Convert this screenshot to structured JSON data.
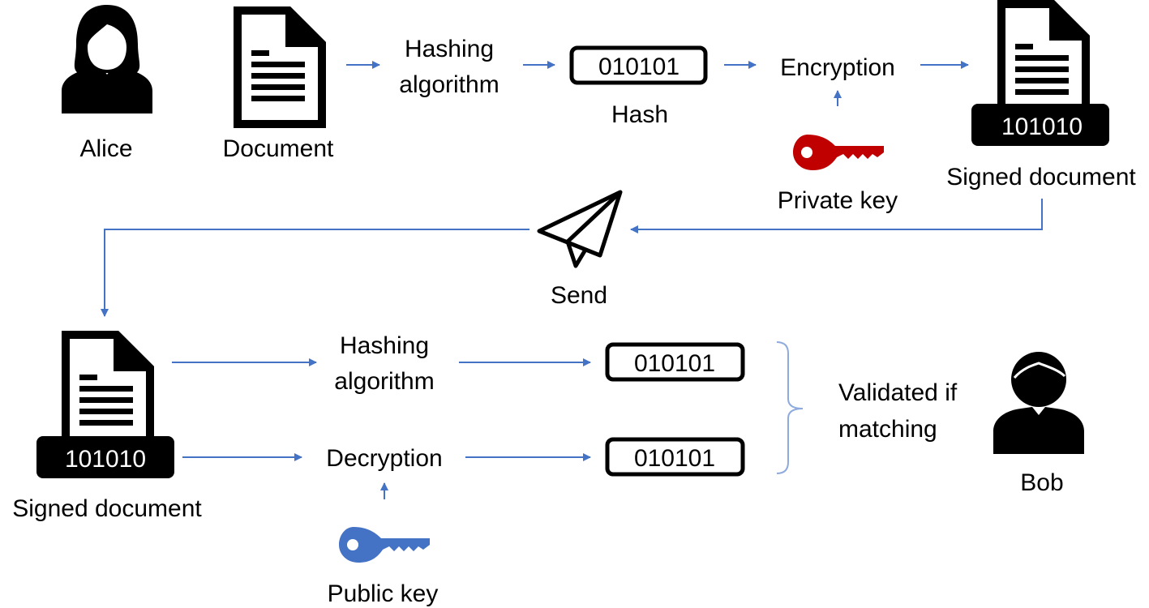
{
  "labels": {
    "alice": "Alice",
    "document": "Document",
    "hashing_algorithm_line1": "Hashing",
    "hashing_algorithm_line2": "algorithm",
    "hash": "Hash",
    "encryption": "Encryption",
    "private_key": "Private key",
    "signed_document": "Signed document",
    "send": "Send",
    "decryption": "Decryption",
    "public_key": "Public key",
    "validated_line1": "Validated if",
    "validated_line2": "matching",
    "bob": "Bob"
  },
  "values": {
    "hash_value": "010101",
    "signature_value": "101010"
  },
  "icons": {
    "alice": "woman-user-icon",
    "bob": "man-user-icon",
    "document": "document-icon",
    "signed_document": "signed-document-icon",
    "private_key": "key-icon",
    "public_key": "key-icon",
    "send": "paper-plane-icon"
  },
  "colors": {
    "arrow": "#4472C4",
    "private_key": "#C00000",
    "public_key": "#4472C4",
    "bracket": "#8FAADC",
    "icon": "#000000"
  }
}
